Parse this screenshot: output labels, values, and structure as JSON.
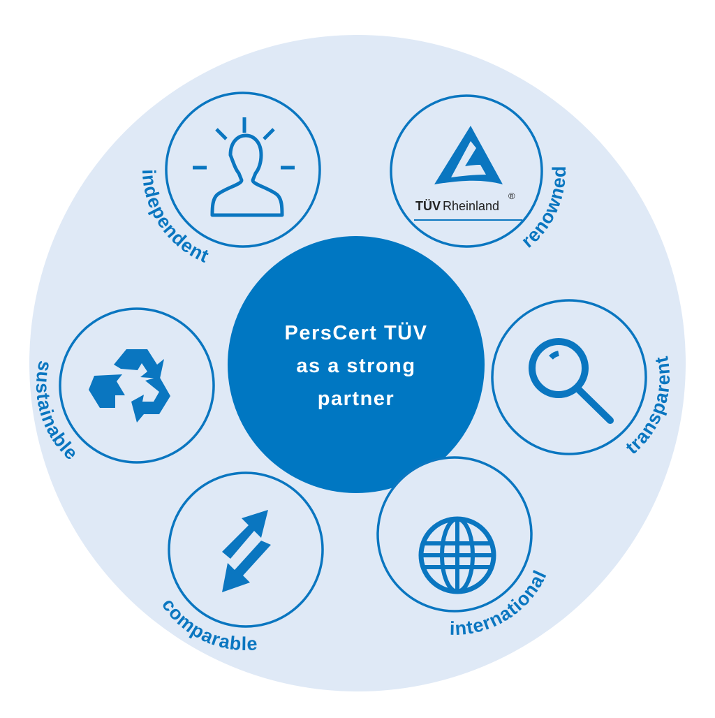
{
  "center": {
    "lines": [
      "PersCert TÜV",
      "as a strong",
      "partner"
    ]
  },
  "attributes": [
    {
      "label": "independent",
      "icon": "person-with-rays-icon"
    },
    {
      "label": "renowned",
      "icon": "tuv-rheinland-logo-icon"
    },
    {
      "label": "transparent",
      "icon": "magnifier-icon"
    },
    {
      "label": "international",
      "icon": "globe-icon"
    },
    {
      "label": "comparable",
      "icon": "exchange-arrows-icon"
    },
    {
      "label": "sustainable",
      "icon": "recycle-icon"
    }
  ],
  "logo": {
    "brand_bold": "TÜV",
    "brand_regular": "Rheinland",
    "registered": "®"
  },
  "colors": {
    "primary": "#0a76c0",
    "background": "#dfe9f6",
    "center": "#0077c2"
  }
}
